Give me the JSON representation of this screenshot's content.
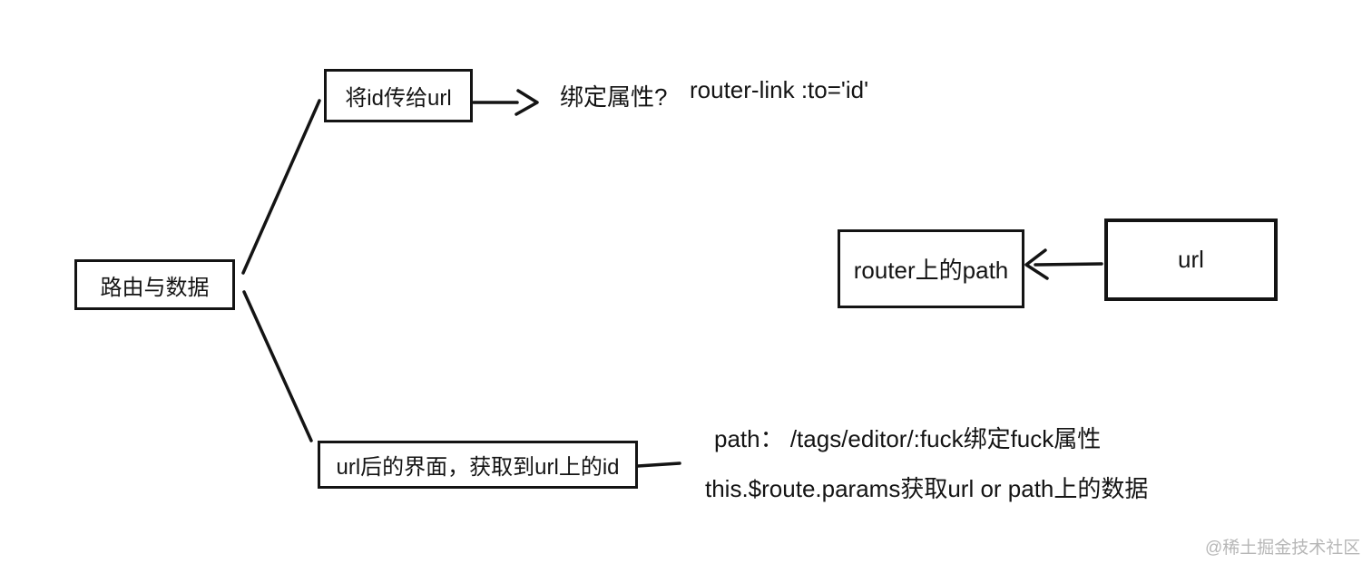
{
  "canvas": {
    "background": "#ffffff"
  },
  "colors": {
    "stroke": "#141414",
    "text": "#141414",
    "watermark": "#b7b7b7"
  },
  "nodes": {
    "root": {
      "label": "路由与数据"
    },
    "pass_id": {
      "label": "将id传给url"
    },
    "router_path": {
      "label": "router上的path"
    },
    "url": {
      "label": "url"
    },
    "url_page": {
      "label": "url后的界面，获取到url上的id"
    }
  },
  "annotations": {
    "bind_question": "绑定属性?",
    "router_link_code": "router-link :to='id'",
    "path_binding": "path： /tags/editor/:fuck绑定fuck属性",
    "route_params": "this.$route.params获取url or path上的数据"
  },
  "watermark": "@稀土掘金技术社区"
}
